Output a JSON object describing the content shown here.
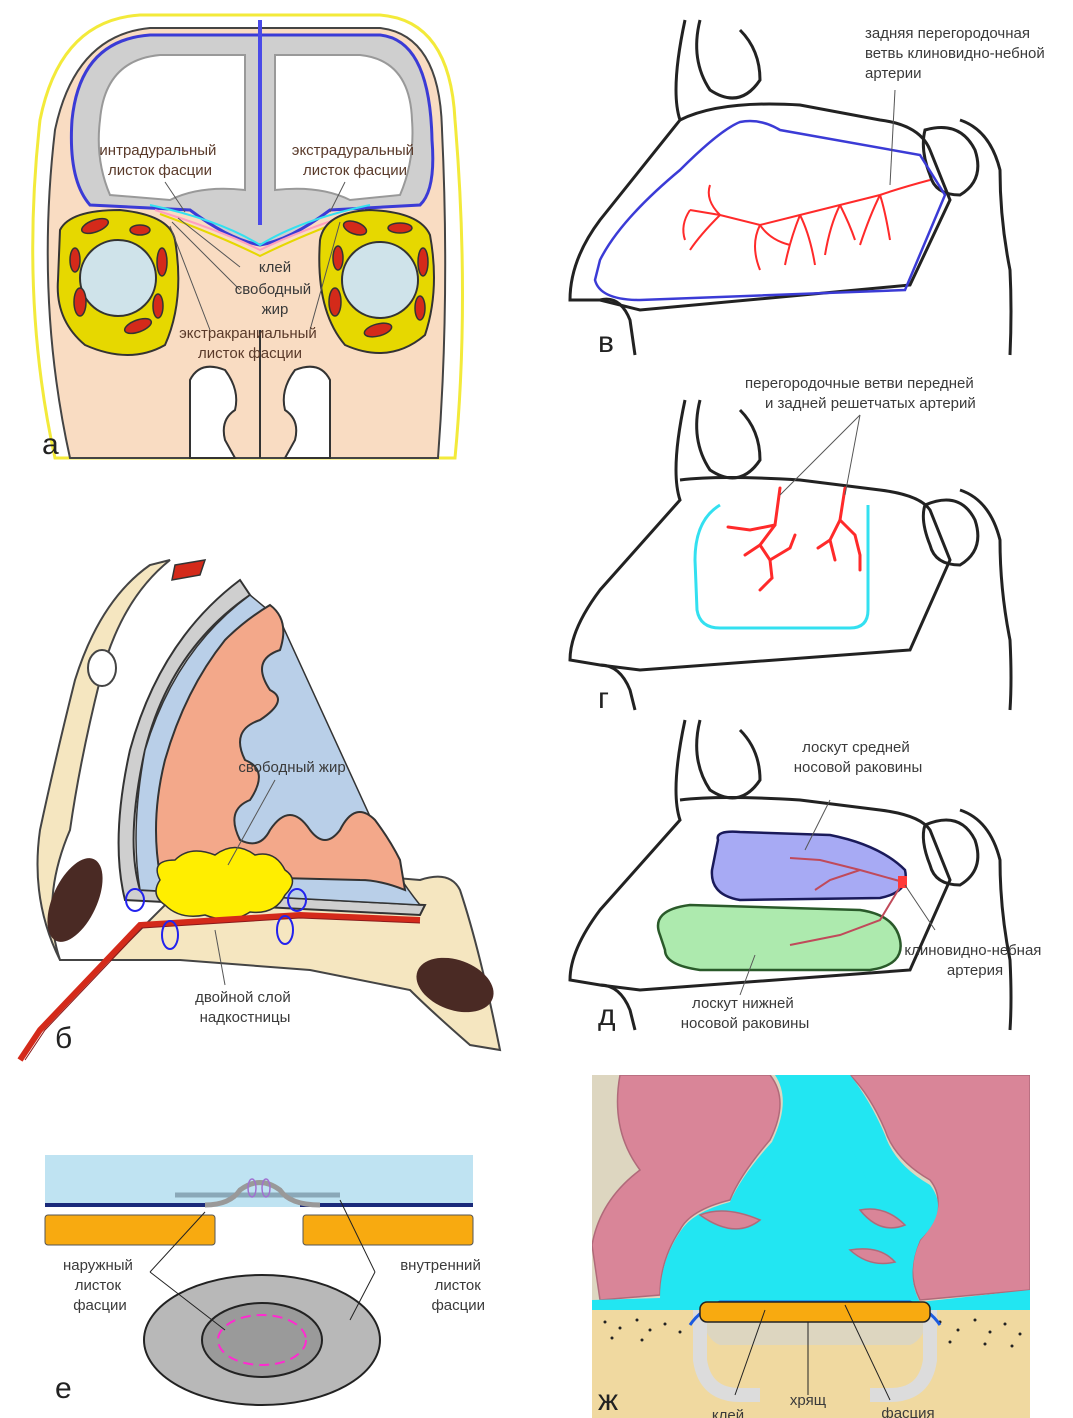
{
  "panels": {
    "a": {
      "letter": "а",
      "labels": {
        "intradural": [
          "интрадуральный",
          "листок фасции"
        ],
        "extradural": [
          "экстрадуральный",
          "листок фасции"
        ],
        "glue": "клей",
        "free_fat": [
          "свободный",
          "жир"
        ],
        "extracranial": [
          "экстракраниальный",
          "листок фасции"
        ]
      }
    },
    "b": {
      "letter": "б",
      "labels": {
        "free_fat": "свободный жир",
        "periosteum": [
          "двойной слой",
          "надкостницы"
        ]
      }
    },
    "v": {
      "letter": "в",
      "labels": {
        "posterior_septal": [
          "задняя перегородочная",
          "ветвь клиновидно-небной",
          "артерии"
        ]
      }
    },
    "g": {
      "letter": "г",
      "labels": {
        "ethmoidal": [
          "перегородочные ветви передней",
          "и задней решетчатых артерий"
        ]
      }
    },
    "d": {
      "letter": "д",
      "labels": {
        "middle_turbinate": [
          "лоскут средней",
          "носовой раковины"
        ],
        "sphenopalatine": [
          "клиновидно-небная",
          "артерия"
        ],
        "inferior_turbinate": [
          "лоскут нижней",
          "носовой раковины"
        ]
      }
    },
    "e": {
      "letter": "е",
      "labels": {
        "outer": [
          "наружный",
          "листок",
          "фасции"
        ],
        "inner": [
          "внутренний",
          "листок",
          "фасции"
        ]
      }
    },
    "zh": {
      "letter": "ж",
      "labels": {
        "glue": "клей",
        "cartilage": "хрящ",
        "fascia": "фасция"
      }
    }
  },
  "colors": {
    "skin": "#f9dcc2",
    "brain_gray": "#cfcfcf",
    "orbit_yellow": "#e6d800",
    "eyeball": "#cfe3ea",
    "muscle_red": "#d42a1a",
    "dura_blue": "#3b3bd6",
    "artery_red": "#ff2a2a",
    "flap_cyan": "#33e0f0",
    "flap_blue": "#8a8ef0",
    "flap_green": "#9fe6a0",
    "cortex_pink": "#f3a88a",
    "csf_blue": "#b9cfe8",
    "fat_yellow": "#ffee00",
    "bone_tan": "#f5e6c0",
    "brain_pink": "#d98598",
    "csf_cyan": "#22e6f2",
    "cartilage_orange": "#f8aa10"
  }
}
